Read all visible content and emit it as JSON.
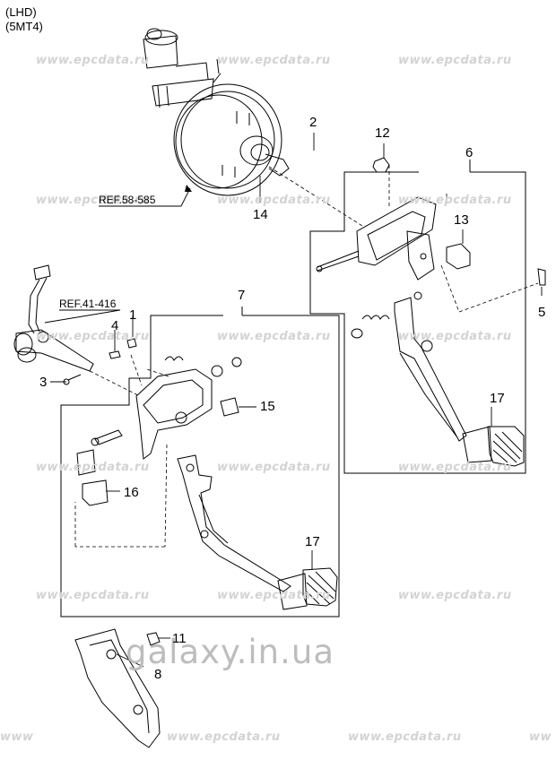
{
  "header": {
    "line1": "(LHD)",
    "line2": "(5MT4)"
  },
  "watermarks": {
    "small": "www.epcdata.ru",
    "edge_left": "www",
    "edge_right": "ww",
    "big": "galaxy.in.ua"
  },
  "refs": {
    "booster": "REF.58-585",
    "clutch": "REF.41-416"
  },
  "callouts": [
    "1",
    "2",
    "3",
    "4",
    "5",
    "6",
    "7",
    "8",
    "11",
    "12",
    "13",
    "14",
    "15",
    "16",
    "17",
    "17"
  ]
}
